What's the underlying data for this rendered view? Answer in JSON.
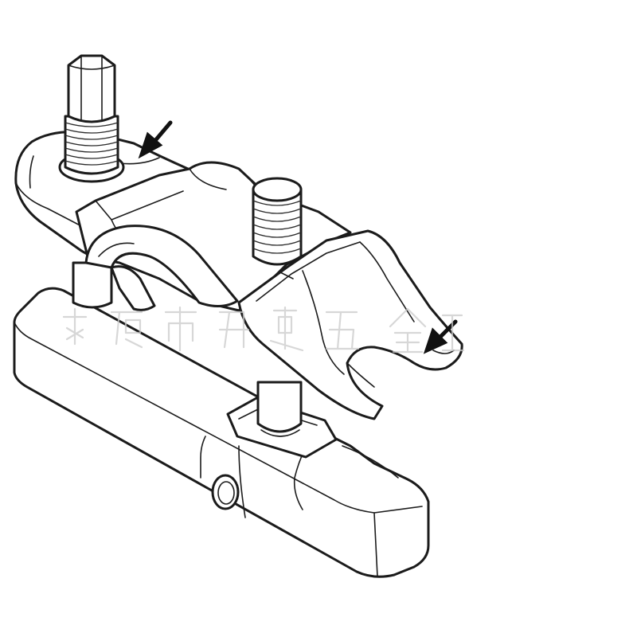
{
  "figure": {
    "subject": "ball-joint-separator-tool",
    "callouts": [
      {
        "id": "upper-arm-arrow",
        "points_to": "top-clamp-arm"
      },
      {
        "id": "fork-arrow",
        "points_to": "forked-jaw"
      }
    ],
    "watermark": {
      "text": "永康市丹奥五金工",
      "color": "#c9c9c9"
    },
    "colors": {
      "line": "#1b1b1b",
      "background": "#ffffff"
    }
  }
}
